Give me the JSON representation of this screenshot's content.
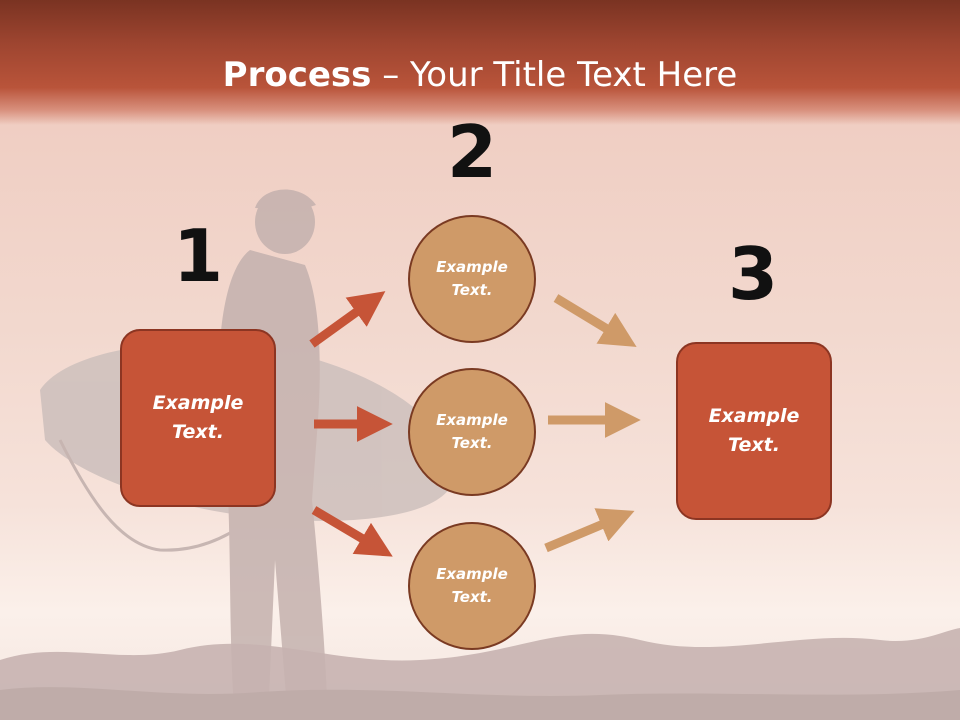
{
  "title": {
    "bold": "Process",
    "dash": " – ",
    "rest": "Your Title Text Here"
  },
  "steps": [
    {
      "number": "1",
      "text": "Example Text."
    },
    {
      "number": "2",
      "text": "Example Text."
    },
    {
      "number": "3",
      "text": "Example Text."
    }
  ],
  "circles": [
    {
      "text": "Example Text."
    },
    {
      "text": "Example Text."
    },
    {
      "text": "Example Text."
    }
  ],
  "colors": {
    "box_fill": "#c65437",
    "circle_fill": "#cf9a68",
    "arrow_red": "#c65437",
    "arrow_tan": "#cf9a68",
    "title_bar": "#b9543a"
  }
}
